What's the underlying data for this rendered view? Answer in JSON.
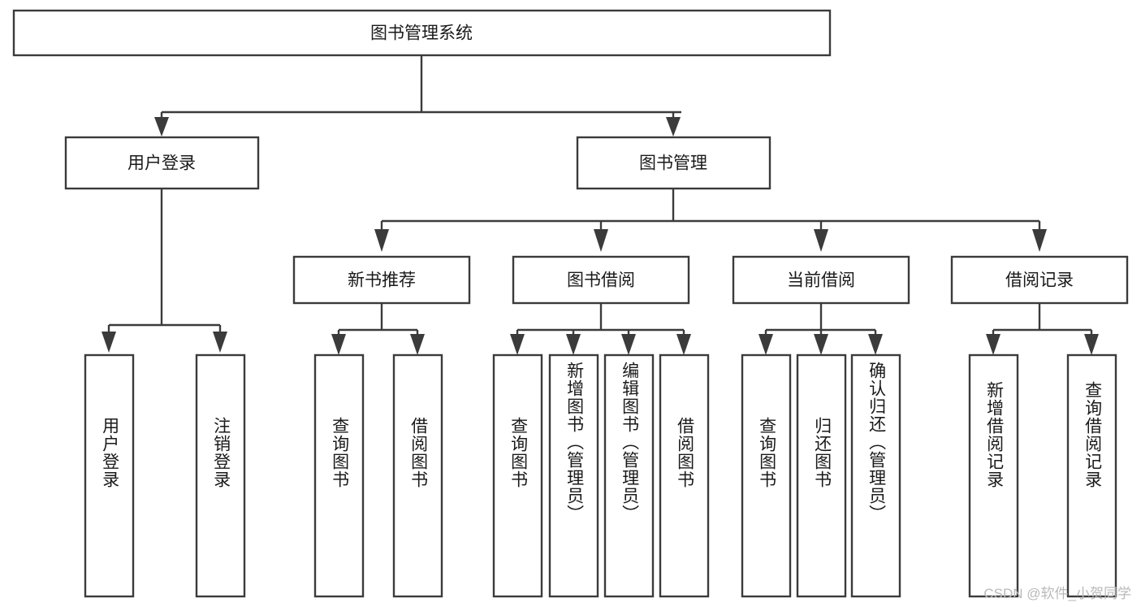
{
  "diagram": {
    "title": "图书管理系统",
    "watermark": "CSDN @软件_小贺同学",
    "accent_color": "#3b3b3b",
    "background_color": "#ffffff",
    "text_color": "#1a1a1a",
    "levels": {
      "root": {
        "label": "图书管理系统"
      },
      "level2": [
        {
          "label": "用户登录"
        },
        {
          "label": "图书管理"
        }
      ],
      "level3": [
        {
          "label": "新书推荐"
        },
        {
          "label": "图书借阅"
        },
        {
          "label": "当前借阅"
        },
        {
          "label": "借阅记录"
        }
      ],
      "leaves": {
        "user_login": [
          {
            "label": "用户登录"
          },
          {
            "label": "注销登录"
          }
        ],
        "new_book_recommend": [
          {
            "label": "查询图书"
          },
          {
            "label": "借阅图书"
          }
        ],
        "book_borrow": [
          {
            "label": "查询图书"
          },
          {
            "label": "新增图书（管理员）"
          },
          {
            "label": "编辑图书（管理员）"
          },
          {
            "label": "借阅图书"
          }
        ],
        "current_borrow": [
          {
            "label": "查询图书"
          },
          {
            "label": "归还图书"
          },
          {
            "label": "确认归还（管理员）"
          }
        ],
        "borrow_record": [
          {
            "label": "新增借阅记录"
          },
          {
            "label": "查询借阅记录"
          }
        ]
      }
    }
  }
}
